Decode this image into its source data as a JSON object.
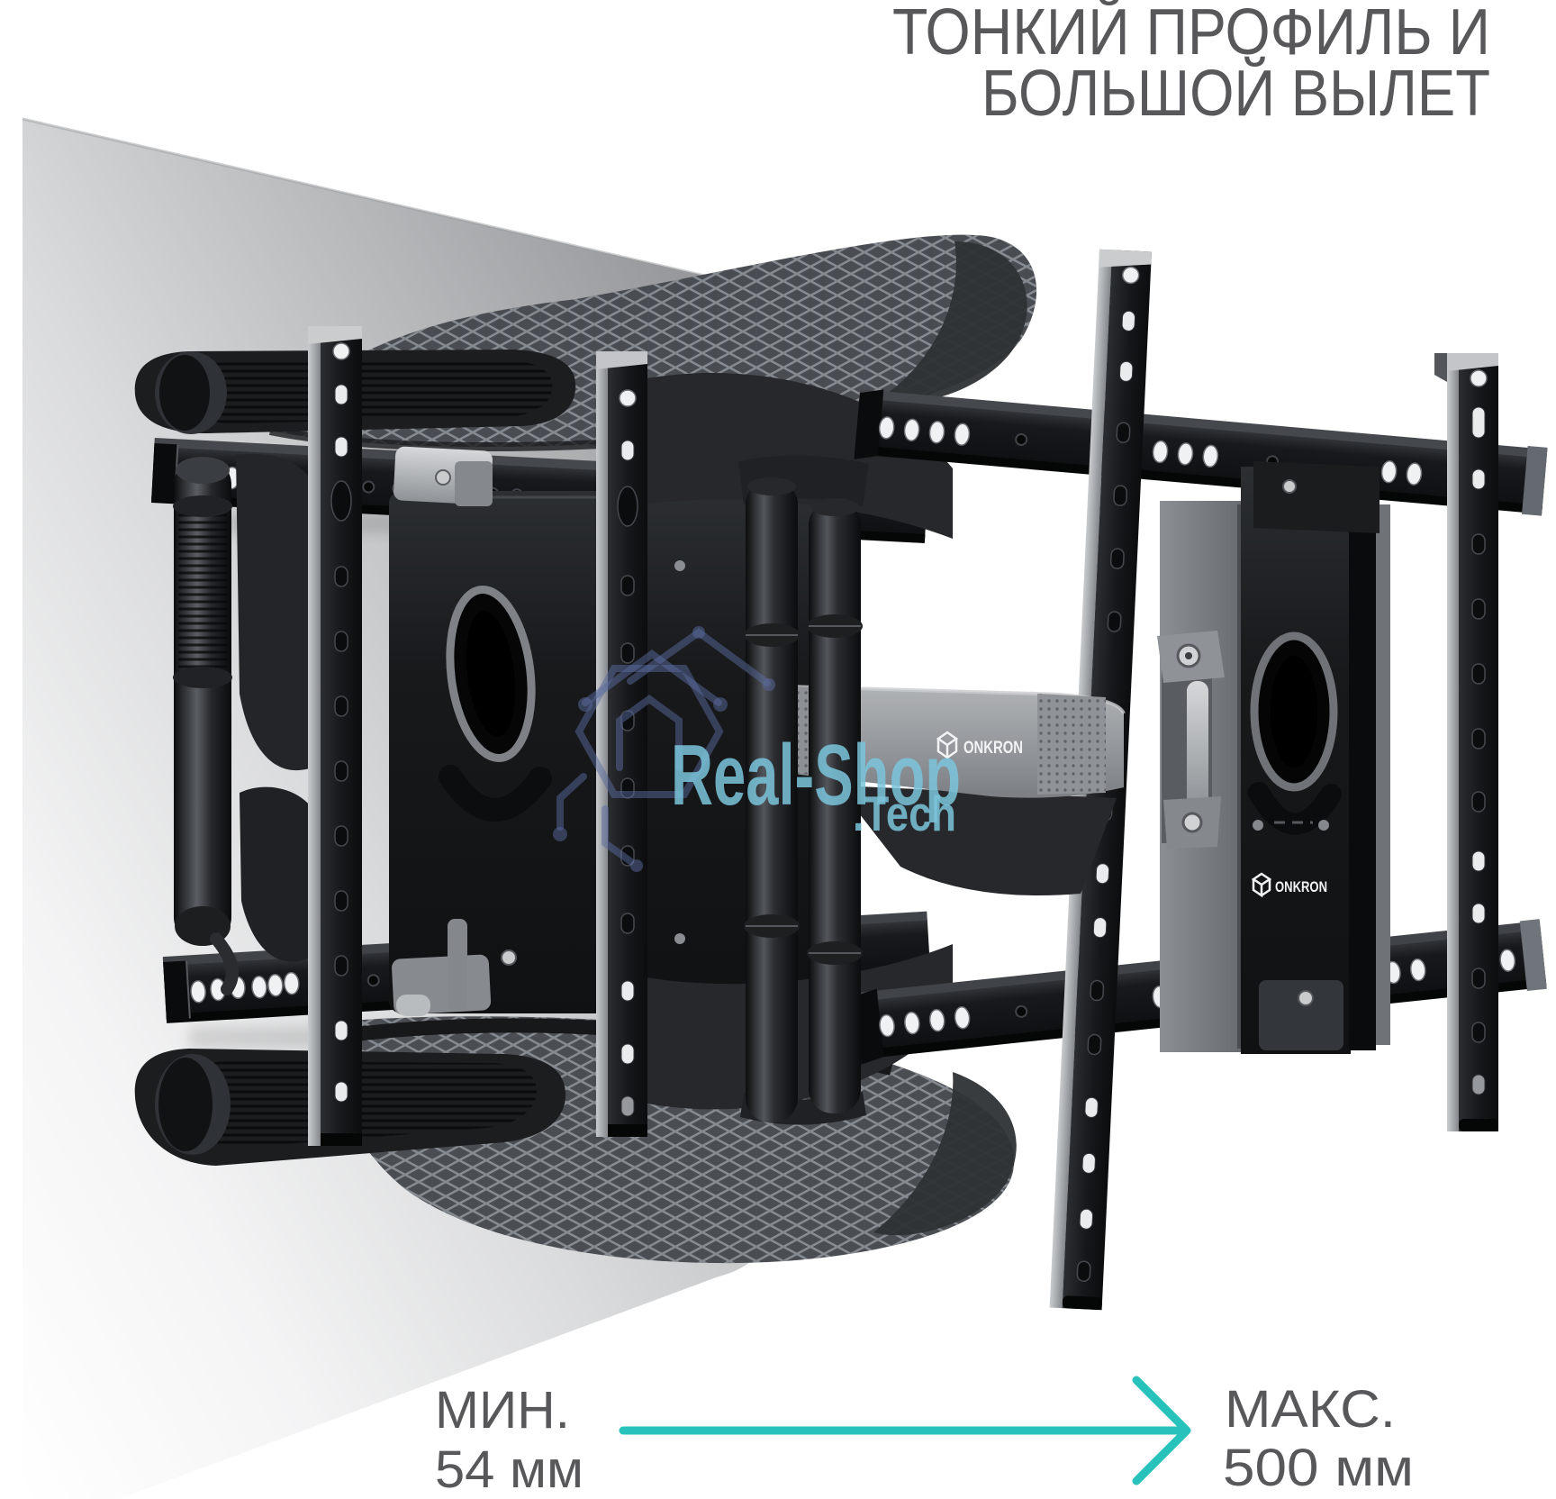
{
  "title": {
    "line1": "ТОНКИЙ ПРОФИЛЬ И",
    "line2": "БОЛЬШОЙ ВЫЛЕТ"
  },
  "annotation": {
    "min_label": "МИН.",
    "min_value": "54 мм",
    "max_label": "МАКС.",
    "max_value": "500 мм"
  },
  "watermark": {
    "name": "Real-Shop",
    "suffix": ".Tech"
  },
  "brand": {
    "arm_label": "ONKRON",
    "plate_label": "ONKRON"
  },
  "icons": {
    "arrow": "extension-arrow-right",
    "watermark_logo": "hex-house-circuit-icon",
    "brand_cube": "onkron-cube-icon"
  },
  "colors": {
    "accent_teal": "#27c2bc",
    "text_gray": "#58585b",
    "watermark_blue": "#7cc5dc",
    "watermark_logo_blue": "#5a6a9e",
    "wall_light": "#ffffff",
    "wall_dark": "#8a8c8e",
    "metal_black": "#141518",
    "metal_gray": "#85898e"
  }
}
